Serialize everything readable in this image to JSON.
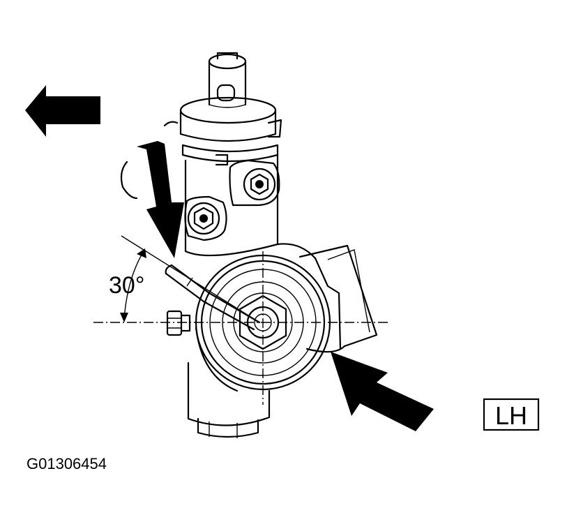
{
  "diagram": {
    "angle_label": "30°",
    "side_label": "LH",
    "figure_id": "G01306454"
  },
  "colors": {
    "ink": "#000000",
    "paper": "#ffffff"
  }
}
